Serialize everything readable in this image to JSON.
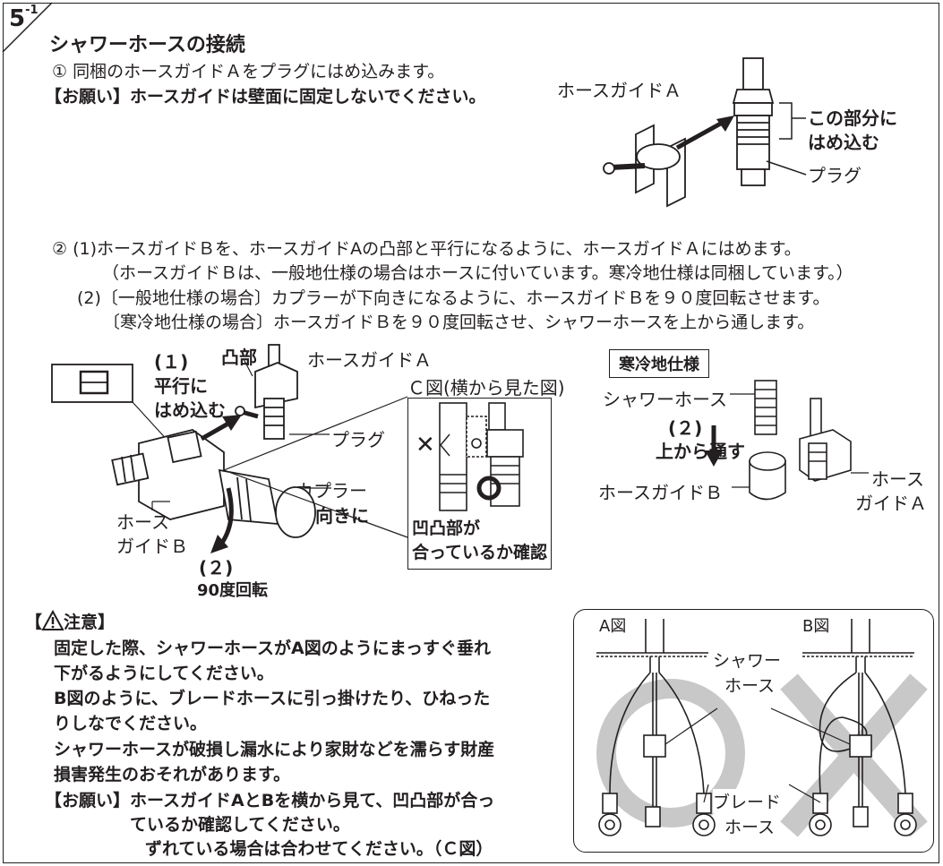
{
  "section": {
    "number": "5",
    "superscript": "-1",
    "title": "シャワーホースの接続"
  },
  "step1": {
    "text": "① 同梱のホースガイドＡをプラグにはめ込みます。",
    "request": "【お願い】ホースガイドは壁面に固定しないでください。"
  },
  "fig1": {
    "hose_guide_a": "ホースガイドＡ",
    "fit_here_1": "この部分に",
    "fit_here_2": "はめ込む",
    "plug": "プラグ"
  },
  "step2": {
    "line1": "② (1)ホースガイドＢを、ホースガイドAの凸部と平行になるように、ホースガイドＡにはめます。",
    "line2": "（ホースガイドＢは、一般地仕様の場合はホースに付いています。寒冷地仕様は同梱しています。）",
    "line3": "(2)〔一般地仕様の場合〕カプラーが下向きになるように、ホースガイドＢを９０度回転させます。",
    "line4": "〔寒冷地仕様の場合〕ホースガイドＢを９０度回転させ、シャワーホースを上から通します。"
  },
  "fig2": {
    "step1_num": "(１)",
    "parallel_1": "平行に",
    "parallel_2": "はめ込む",
    "protrusion": "凸部",
    "hose_guide_a": "ホースガイドＡ",
    "plug": "プラグ",
    "hose_guide_b_1": "ホース",
    "hose_guide_b_2": "ガイドＢ",
    "coupler_1": "カプラー",
    "coupler_2": "下向きに",
    "step2_num": "(２)",
    "rotate": "90度回転",
    "c_view_title": "Ｃ図(横から見た図)",
    "check_1": "凹凸部が",
    "check_2": "合っているか確認"
  },
  "cold": {
    "title": "寒冷地仕様",
    "shower_hose": "シャワーホース",
    "step_num": "(２)",
    "pass_from_top": "上から通す",
    "hose_guide_b": "ホースガイドＢ",
    "hose_guide_a_1": "ホース",
    "hose_guide_a_2": "ガイドＡ"
  },
  "caution": {
    "heading_open": "【",
    "heading_text": "注意】",
    "line1": "固定した際、シャワーホースがA図のようにまっすぐ垂れ",
    "line2": "下がるようにしてください。",
    "line3": "B図のように、ブレードホースに引っ掛けたり、ひねった",
    "line4": "りしなでください。",
    "line5": "シャワーホースが破損し漏水により家財などを濡らす財産",
    "line6": "損害発生のおそれがあります。",
    "request_label": "【お願い】",
    "request_1": "ホースガイドAとBを横から見て、凹凸部が合っ",
    "request_2": "ているか確認してください。",
    "request_3": "ずれている場合は合わせてください。（Ｃ図）"
  },
  "illustration": {
    "fig_a": "A図",
    "fig_b": "B図",
    "shower_1": "シャワー",
    "shower_2": "ホース",
    "braided_1": "ブレード",
    "braided_2": "ホース"
  }
}
